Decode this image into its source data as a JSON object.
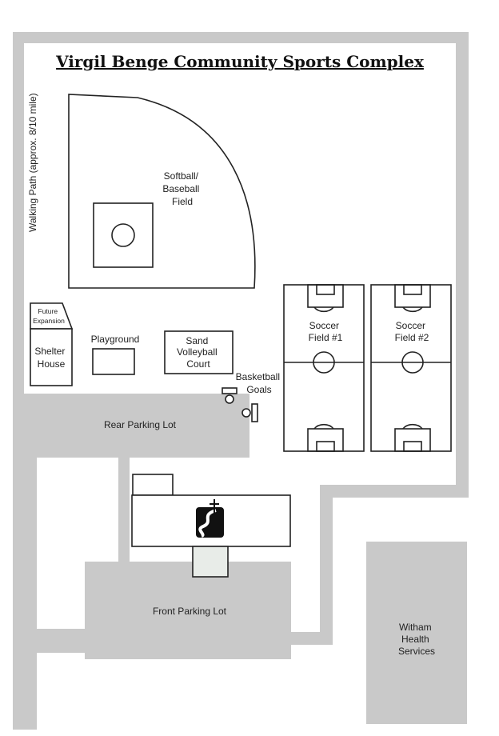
{
  "title": "Virgil Benge Community Sports Complex",
  "walking_path_label": "Walking Path (approx. 8/10 mile)",
  "ballfield_label": [
    "Softball/",
    "Baseball",
    "Field"
  ],
  "future_expansion_label": [
    "Future",
    "Expansion"
  ],
  "shelter_label": [
    "Shelter",
    "House"
  ],
  "playground_label": "Playground",
  "volleyball_label": [
    "Sand",
    "Volleyball",
    "Court"
  ],
  "basketball_label": [
    "Basketball",
    "Goals"
  ],
  "soccer1_label": [
    "Soccer",
    "Field #1"
  ],
  "soccer2_label": [
    "Soccer",
    "Field #2"
  ],
  "rear_lot_label": "Rear Parking Lot",
  "front_lot_label": "Front Parking Lot",
  "health_label": [
    "Witham",
    "Health",
    "Services"
  ],
  "colors": {
    "path": "#c9c9c9",
    "outline": "#222222",
    "background": "#ffffff"
  },
  "icons": {
    "building_logo": "road-cross-logo-icon"
  }
}
